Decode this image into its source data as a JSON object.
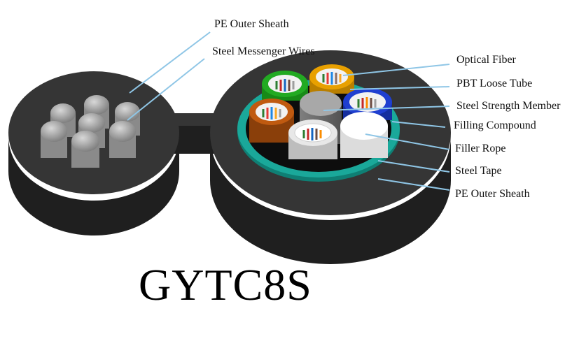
{
  "title": "GYTC8S",
  "labels": {
    "pe_outer_sheath_left": "PE Outer Sheath",
    "steel_messenger_wires": "Steel Messenger Wires",
    "optical_fiber": "Optical Fiber",
    "pbt_loose_tube": "PBT Loose Tube",
    "steel_strength_member": "Steel Strength Member",
    "filling_compound": "Filling Compound",
    "filler_rope": "Filler Rope",
    "steel_tape": "Steel Tape",
    "pe_outer_sheath_right": "PE Outer Sheath"
  },
  "colors": {
    "sheath": "#2b2b2b",
    "sheath_top": "#3c3c3c",
    "steel_tape": "#1aa89a",
    "leader_line": "#8fc6e6",
    "tube_green": "#22aa22",
    "tube_orange": "#e8a000",
    "tube_blue": "#1f3fd0",
    "tube_brown": "#c05a10",
    "tube_white": "#e8e8e8",
    "strength_member": "#9a9a9a",
    "filler_rope": "#ffffff",
    "wire": "#9c9c9c"
  }
}
